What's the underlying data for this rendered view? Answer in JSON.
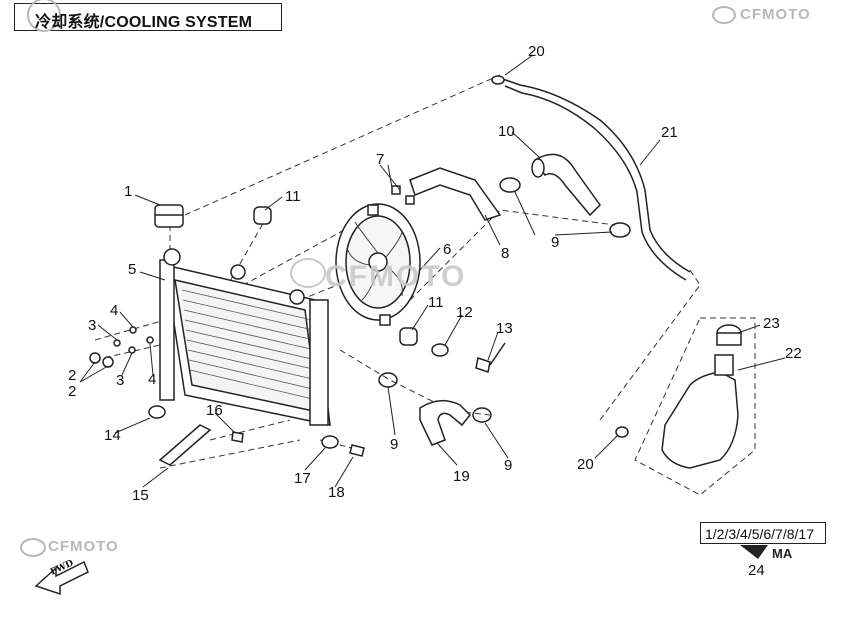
{
  "title": "冷却系统/COOLING SYSTEM",
  "brand": "CFMOTO",
  "kit_label": "1/2/3/4/5/6/7/8/17",
  "fwd_label": "FWD",
  "callouts": [
    "1",
    "2",
    "2",
    "3",
    "3",
    "4",
    "4",
    "5",
    "6",
    "7",
    "8",
    "9",
    "9",
    "9",
    "10",
    "11",
    "11",
    "12",
    "13",
    "14",
    "15",
    "16",
    "17",
    "18",
    "19",
    "20",
    "20",
    "21",
    "22",
    "23",
    "24"
  ],
  "colors": {
    "line": "#222222",
    "watermark": "#b8b8b8"
  }
}
